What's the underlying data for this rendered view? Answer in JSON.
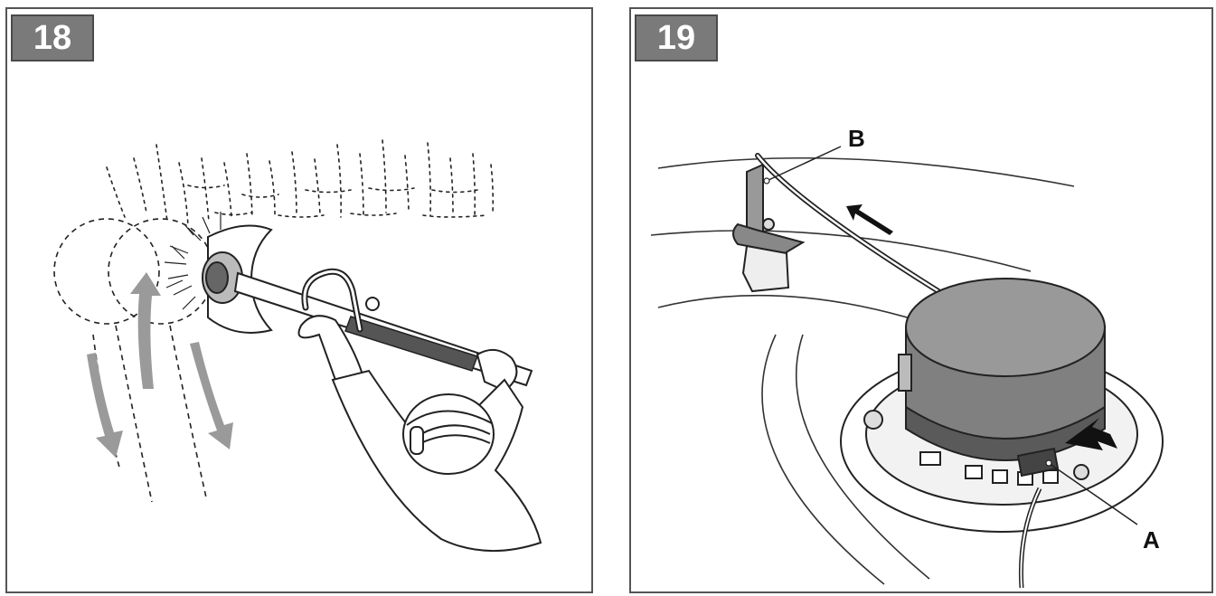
{
  "figures": [
    {
      "number": "18"
    },
    {
      "number": "19",
      "callouts": {
        "a": "A",
        "b": "B"
      }
    }
  ],
  "icons": {
    "left": "trimmer-operator-illustration",
    "right": "trimmer-head-illustration"
  },
  "colors": {
    "border": "#555555",
    "badge": "#7a7a7a",
    "arrow_gray": "#9a9a9a",
    "spool_gray": "#808080"
  }
}
